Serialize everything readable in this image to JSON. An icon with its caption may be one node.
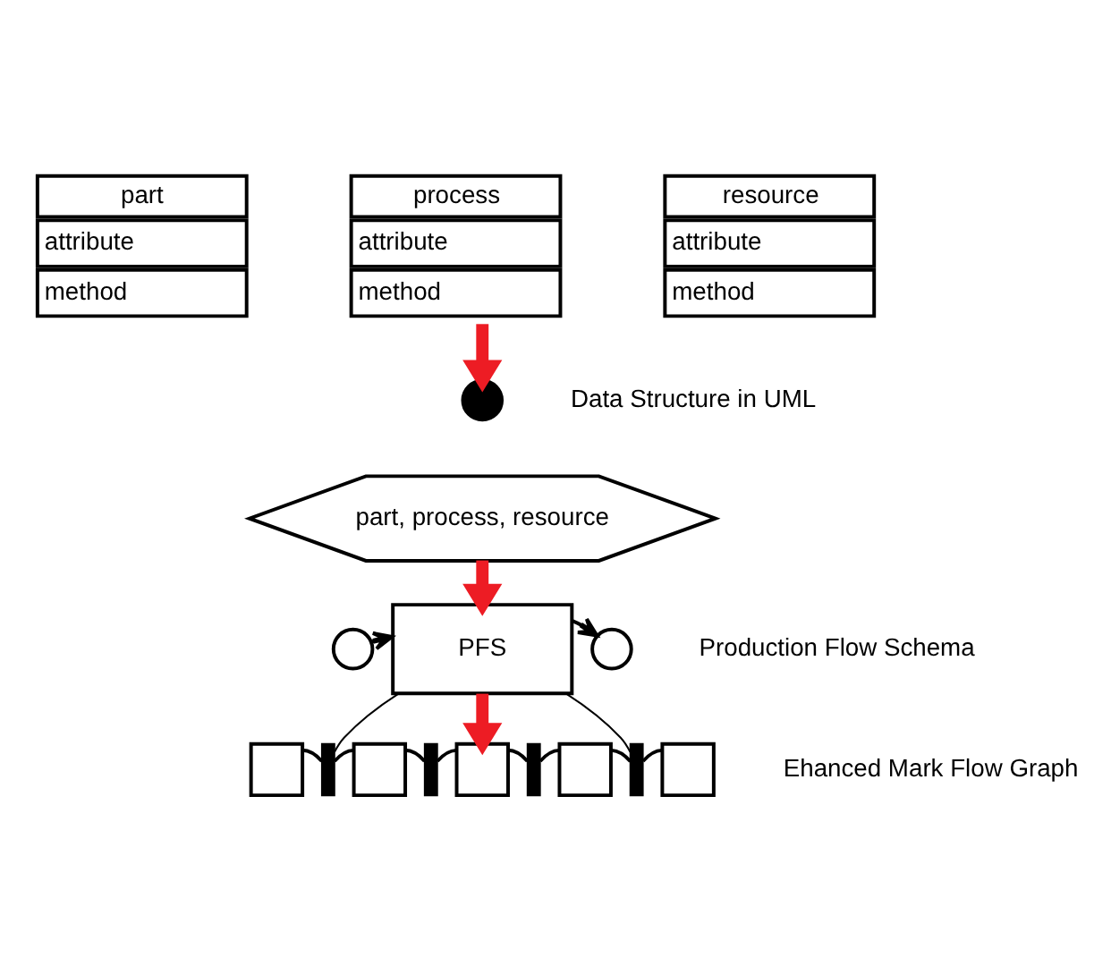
{
  "diagram": {
    "nodes": [
      {
        "text": [
          "part",
          "attribute",
          "method"
        ]
      },
      {
        "text": [
          "process",
          "attribute",
          "method"
        ]
      },
      {
        "text": [
          "resource",
          "attribute",
          "method"
        ]
      },
      {
        "text": [],
        "shape": "circle"
      },
      {
        "text": [
          "part, process, resource"
        ]
      },
      {
        "text": [],
        "shape": "circle"
      },
      {
        "text": [
          "PFS"
        ]
      },
      {
        "text": [],
        "shape": "circle"
      },
      {
        "text": [],
        "shape": "box"
      },
      {
        "text": [],
        "shape": "bar"
      },
      {
        "text": [],
        "shape": "box"
      },
      {
        "text": [],
        "shape": "bar"
      },
      {
        "text": [],
        "shape": "box"
      },
      {
        "text": [],
        "shape": "bar"
      },
      {
        "text": [],
        "shape": "box"
      },
      {
        "text": [],
        "shape": "bar"
      },
      {
        "text": [],
        "shape": "box"
      }
    ],
    "edges": [
      {
        "from": 1,
        "to": 3,
        "arrow": "to",
        "style": "thick",
        "color": "#ed1c24"
      },
      {
        "from": 4,
        "to": 6,
        "arrow": "to",
        "style": "thick",
        "color": "#ed1c24"
      },
      {
        "from": 5,
        "to": 6,
        "arrow": "to"
      },
      {
        "from": 6,
        "to": 7,
        "arrow": "to"
      },
      {
        "from": 6,
        "to": 12,
        "arrow": "to",
        "style": "thick",
        "color": "#ed1c24"
      },
      {
        "from": 6,
        "to": 9,
        "arrow": "none"
      },
      {
        "from": 6,
        "to": 15,
        "arrow": "none"
      },
      {
        "from": 8,
        "to": 9,
        "arrow": "none"
      },
      {
        "from": 9,
        "to": 10,
        "arrow": "none"
      },
      {
        "from": 10,
        "to": 11,
        "arrow": "none"
      },
      {
        "from": 11,
        "to": 12,
        "arrow": "none"
      },
      {
        "from": 12,
        "to": 13,
        "arrow": "none"
      },
      {
        "from": 13,
        "to": 14,
        "arrow": "none"
      },
      {
        "from": 14,
        "to": 15,
        "arrow": "none"
      },
      {
        "from": 15,
        "to": 16,
        "arrow": "none"
      }
    ],
    "labels": [
      "Data Structure in UML",
      "Production Flow Schema",
      "Ehanced Mark Flow Graph"
    ]
  }
}
